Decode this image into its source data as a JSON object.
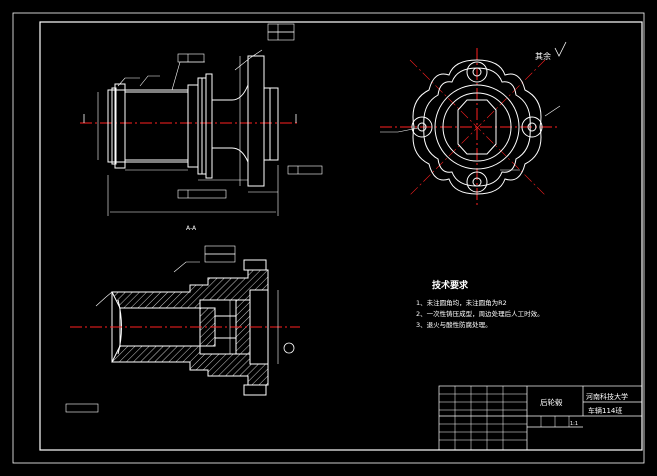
{
  "colors": {
    "background": "#000000",
    "line": "#ffffff",
    "centerline": "#ff2020",
    "dimension": "#ffffff",
    "hatch": "#ffffff"
  },
  "tech_requirements": {
    "title": "技术要求",
    "items": [
      "1、未注圆角均，未注圆角为R2",
      "2、一次性铸压成型，周边处理后人工时效。",
      "3、退火与酸性防腐处理。"
    ]
  },
  "section_label": "A-A",
  "title_block": {
    "part_name": "后轮毂",
    "university": "河南科技大学",
    "class_name": "车辆114班",
    "scale": "1:1"
  },
  "roughness_note": "其余"
}
